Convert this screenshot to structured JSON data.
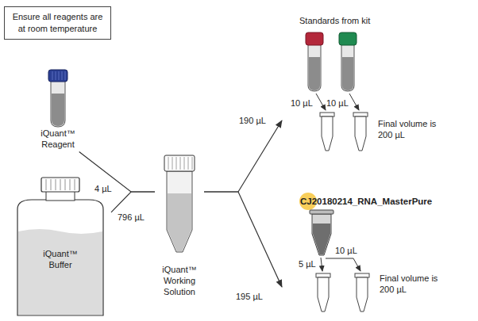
{
  "diagram": {
    "nodes": [
      {
        "text": [
          "Ensure all reagents are at room temperature"
        ]
      },
      {
        "text": [
          "iQuant™ Reagent"
        ]
      },
      {
        "text": [
          "iQuant™ Buffer"
        ]
      },
      {
        "text": [
          "iQuant™ Working Solution"
        ]
      },
      {
        "text": [
          "Standards from kit",
          "10 µL",
          "10 µL",
          "Final volume is 200 µL"
        ]
      },
      {
        "text": [
          "CJ20180214_RNA_MasterPure",
          "5 µL",
          "10 µL",
          "Final volume is 200 µL"
        ]
      }
    ],
    "edges": [
      {
        "from": 1,
        "to": 3,
        "label": "4 µL",
        "arrow": "none"
      },
      {
        "from": 2,
        "to": 3,
        "label": "796 µL",
        "arrow": "none"
      },
      {
        "from": 3,
        "to": 4,
        "label": "190 µL",
        "arrow": "to"
      },
      {
        "from": 3,
        "to": 5,
        "label": "195 µL",
        "arrow": "to"
      }
    ]
  }
}
